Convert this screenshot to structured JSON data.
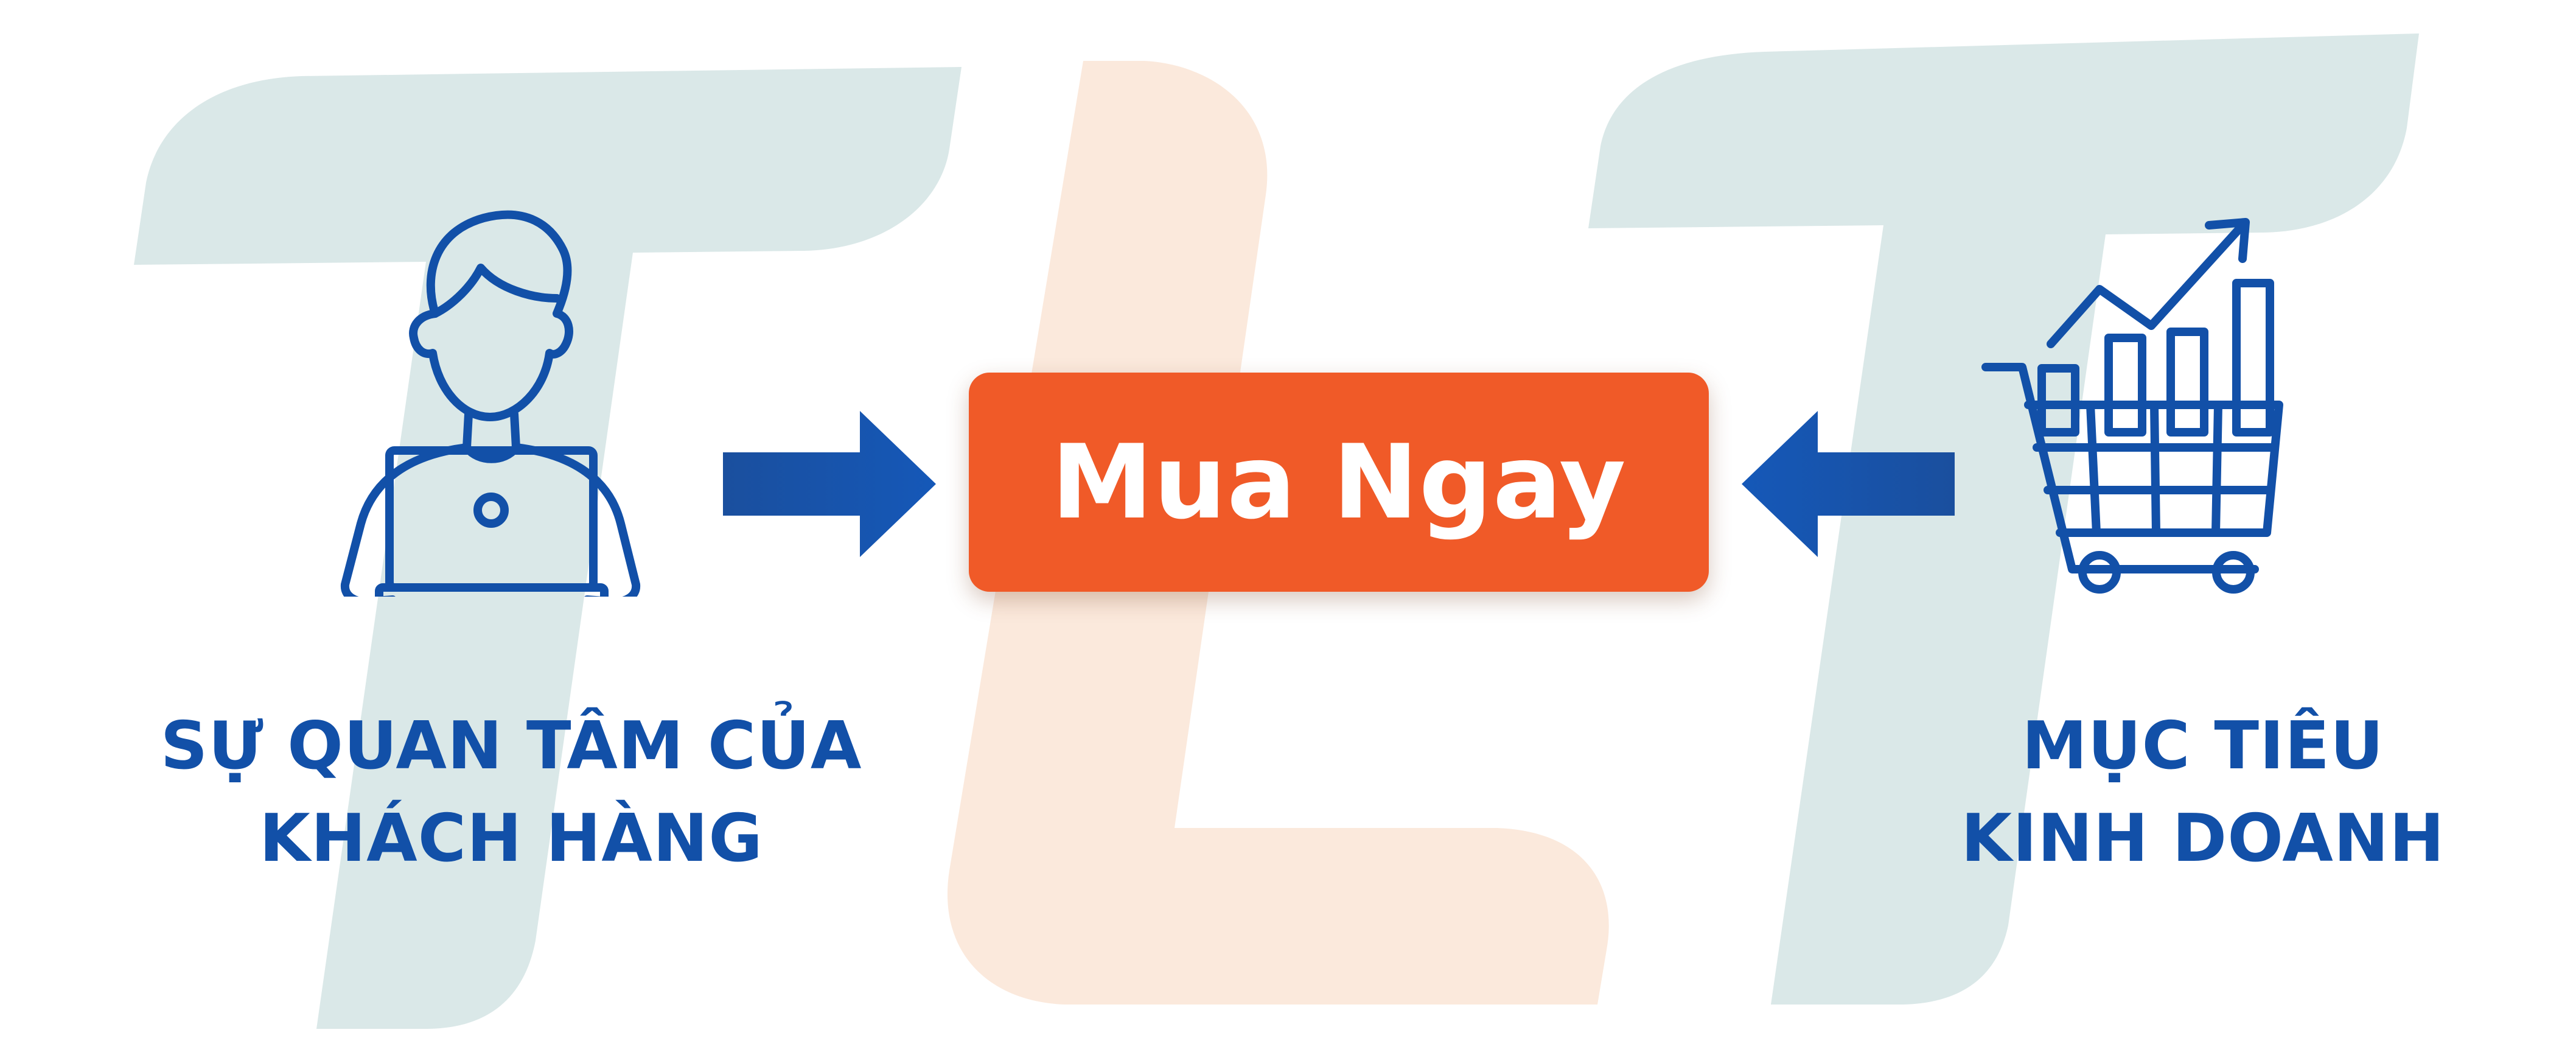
{
  "colors": {
    "primary_blue": "#1250a8",
    "cta_orange": "#f05a28",
    "watermark_teal": "#dae8e8",
    "watermark_peach": "#fbe9dc",
    "background": "#ffffff"
  },
  "watermark": {
    "letters": "TLT"
  },
  "left": {
    "icon": "person-at-laptop-icon",
    "caption_line1": "SỰ QUAN TÂM CỦA",
    "caption_line2": "KHÁCH HÀNG"
  },
  "center": {
    "button_label": "Mua Ngay"
  },
  "right": {
    "icon": "shopping-cart-growth-chart-icon",
    "caption_line1": "MỤC TIÊU",
    "caption_line2": "KINH DOANH"
  },
  "arrows": {
    "left_arrow": "arrow-right-icon",
    "right_arrow": "arrow-left-icon"
  }
}
